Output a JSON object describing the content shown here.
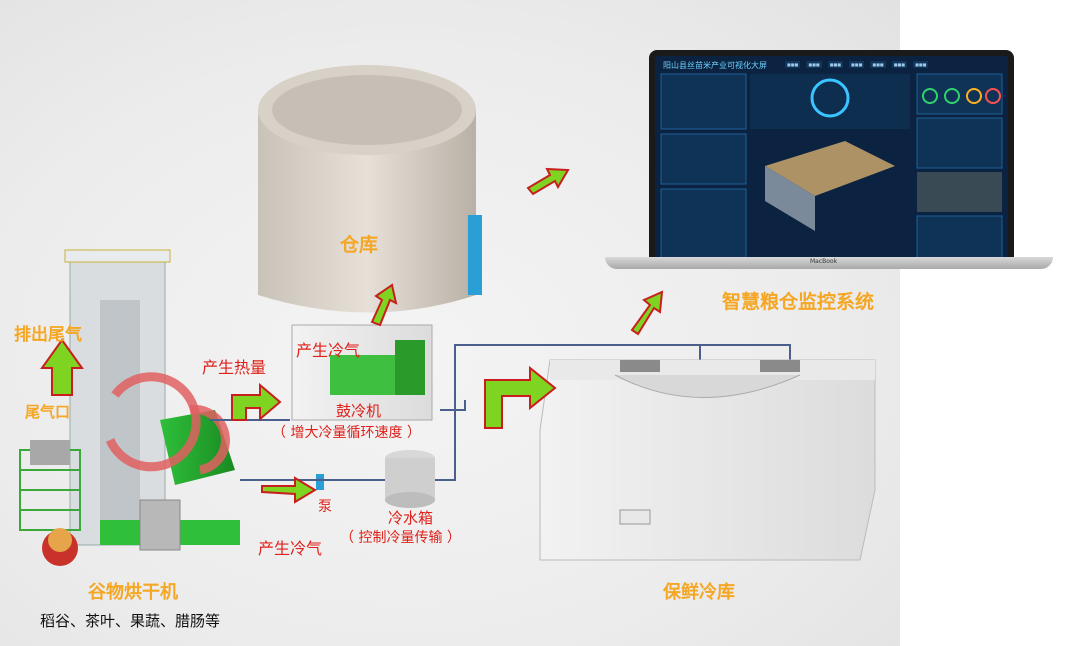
{
  "labels": {
    "warehouse": "仓库",
    "smart_system": "智慧粮仓监控系统",
    "exhaust": "排出尾气",
    "exhaust_port": "尾气口",
    "heat": "产生热量",
    "cold_top": "产生冷气",
    "blower": "鼓冷机",
    "blower_note": "（ 增大冷量循环速度 ）",
    "pump": "泵",
    "cold_bottom": "产生冷气",
    "water_tank": "冷水箱",
    "water_tank_note": "（ 控制冷量传输 ）",
    "dryer": "谷物烘干机",
    "products": "稻谷、茶叶、果蔬、腊肠等",
    "cold_storage": "保鲜冷库"
  },
  "screen": {
    "title": "阳山县丝苗米产业可视化大屏",
    "brand": "MacBook"
  },
  "colors": {
    "orange": "#f5a623",
    "red": "#e0201a",
    "arrow_green": "#7fd321",
    "arrow_red": "#c81e1e"
  }
}
